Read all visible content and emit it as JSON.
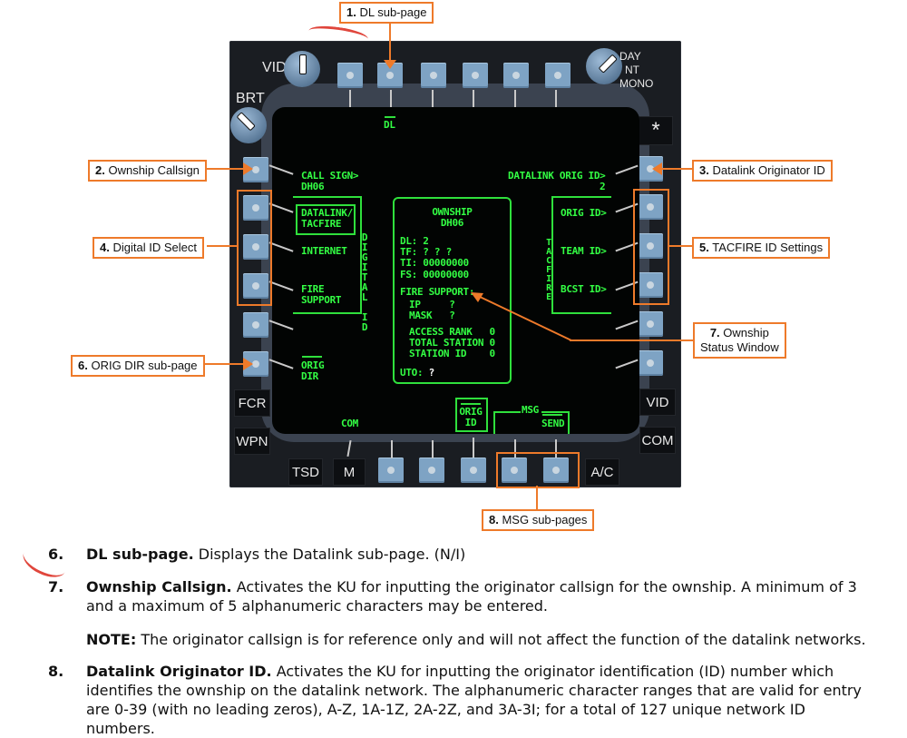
{
  "callouts": [
    {
      "num": "1.",
      "label": "DL sub-page"
    },
    {
      "num": "2.",
      "label": "Ownship Callsign"
    },
    {
      "num": "3.",
      "label": "Datalink Originator ID"
    },
    {
      "num": "4.",
      "label": "Digital ID Select"
    },
    {
      "num": "5.",
      "label": "TACFIRE ID Settings"
    },
    {
      "num": "6.",
      "label": "ORIG DIR sub-page"
    },
    {
      "num": "7.",
      "label": "Ownship",
      "label2": "Status Window"
    },
    {
      "num": "8.",
      "label": "MSG sub-pages"
    }
  ],
  "bezel": {
    "knob_left_top": "VID",
    "knob_left_side": "BRT",
    "knob_right_labels": [
      "DAY",
      "NT",
      "MONO"
    ],
    "asterisk_key": "*",
    "left_keys": [
      "FCR",
      "WPN"
    ],
    "right_keys": [
      "VID",
      "COM"
    ],
    "bottom_keys": [
      "TSD",
      "M",
      "A/C"
    ]
  },
  "screen": {
    "top_label": "DL",
    "call_sign_label": "CALL SIGN>",
    "call_sign_value": "DH06",
    "digital_options": [
      "DATALINK/",
      "TACFIRE",
      "INTERNET",
      "FIRE",
      "SUPPORT"
    ],
    "digital_vertical": [
      "D",
      "I",
      "G",
      "I",
      "T",
      "A",
      "L",
      " ",
      "I",
      "D"
    ],
    "orig_dir": [
      "ORIG",
      "DIR"
    ],
    "com_label": "COM",
    "datalink_orig_label": "DATALINK ORIG ID>",
    "datalink_orig_value": "2",
    "tacfire_options": [
      "ORIG ID>",
      "TEAM ID>",
      "BCST ID>"
    ],
    "tacfire_vertical": [
      "T",
      "A",
      "C",
      "F",
      "I",
      "R",
      "E"
    ],
    "ownship": {
      "title": "OWNSHIP",
      "callsign": "DH06",
      "dl": "DL: 2",
      "tf": "TF: ? ? ?",
      "ti": "TI: 00000000",
      "fs": "FS: 00000000",
      "fire_support": "FIRE SUPPORT:",
      "ip": "IP     ?",
      "mask": "MASK   ?",
      "access_rank": "ACCESS RANK   0",
      "total_station": "TOTAL STATION 0",
      "station_id": "STATION ID    0",
      "uto_label": "UTO:",
      "uto_value": "?"
    },
    "orig_id": [
      "ORIG",
      "ID"
    ],
    "msg_label": "MSG",
    "send_label": "SEND"
  },
  "doc": {
    "items": [
      {
        "num": "6.",
        "title": "DL sub-page.",
        "text": " Displays the Datalink sub-page. (N/I)"
      },
      {
        "num": "7.",
        "title": "Ownship Callsign.",
        "text": " Activates the KU for inputting the originator callsign for the ownship. A minimum of 3",
        "text2": "and a maximum of 5 alphanumeric characters may be entered."
      },
      {
        "note_label": "NOTE:",
        "note_text": " The originator callsign is for reference only and will not affect the function of the datalink networks."
      },
      {
        "num": "8.",
        "title": "Datalink Originator ID.",
        "text": " Activates the KU for inputting the originator identification (ID) number which",
        "text2": "identifies the ownship on the datalink network. The alphanumeric character ranges that are valid for entry",
        "text3": "are 0-39 (with no leading zeros), A-Z, 1A-1Z, 2A-2Z, and 3A-3I; for a total of 127 unique network ID",
        "text4": "numbers."
      }
    ]
  },
  "colors": {
    "callout_orange": "#ee7a2a",
    "screen_green": "#33ff44",
    "osb_blue": "#7ea3c4",
    "bezel": "#1a1d22"
  }
}
